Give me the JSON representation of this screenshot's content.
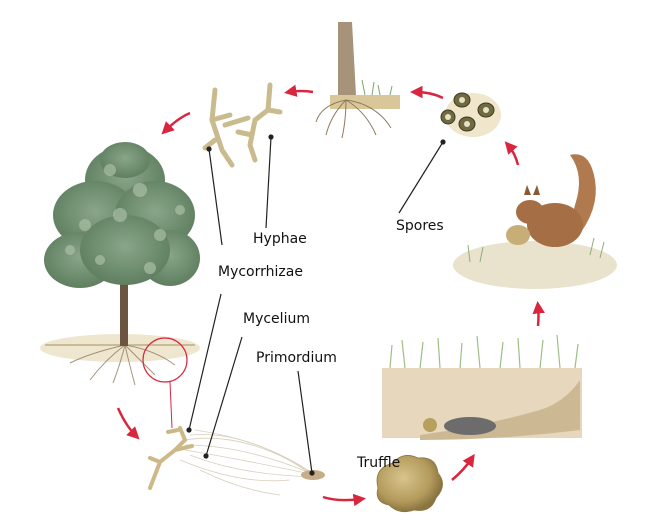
{
  "diagram": {
    "type": "life-cycle",
    "subject": "Truffle life cycle",
    "arrow_color": "#d9263f",
    "labels": {
      "hyphae": "Hyphae",
      "mycorrhizae": "Mycorrhizae",
      "mycelium": "Mycelium",
      "primordium": "Primordium",
      "truffle": "Truffle",
      "spores": "Spores"
    },
    "stages": [
      {
        "id": "tree",
        "name": "Host tree with roots"
      },
      {
        "id": "root-mycorrhizae",
        "name": "Root tip with mycelium"
      },
      {
        "id": "truffle",
        "name": "Truffle"
      },
      {
        "id": "burrow",
        "name": "Mouse in burrow eating truffle"
      },
      {
        "id": "squirrel",
        "name": "Squirrel eating truffle"
      },
      {
        "id": "spores",
        "name": "Spores"
      },
      {
        "id": "tree-base",
        "name": "Tree base with roots"
      },
      {
        "id": "hyphae",
        "name": "Hyphae"
      }
    ]
  }
}
